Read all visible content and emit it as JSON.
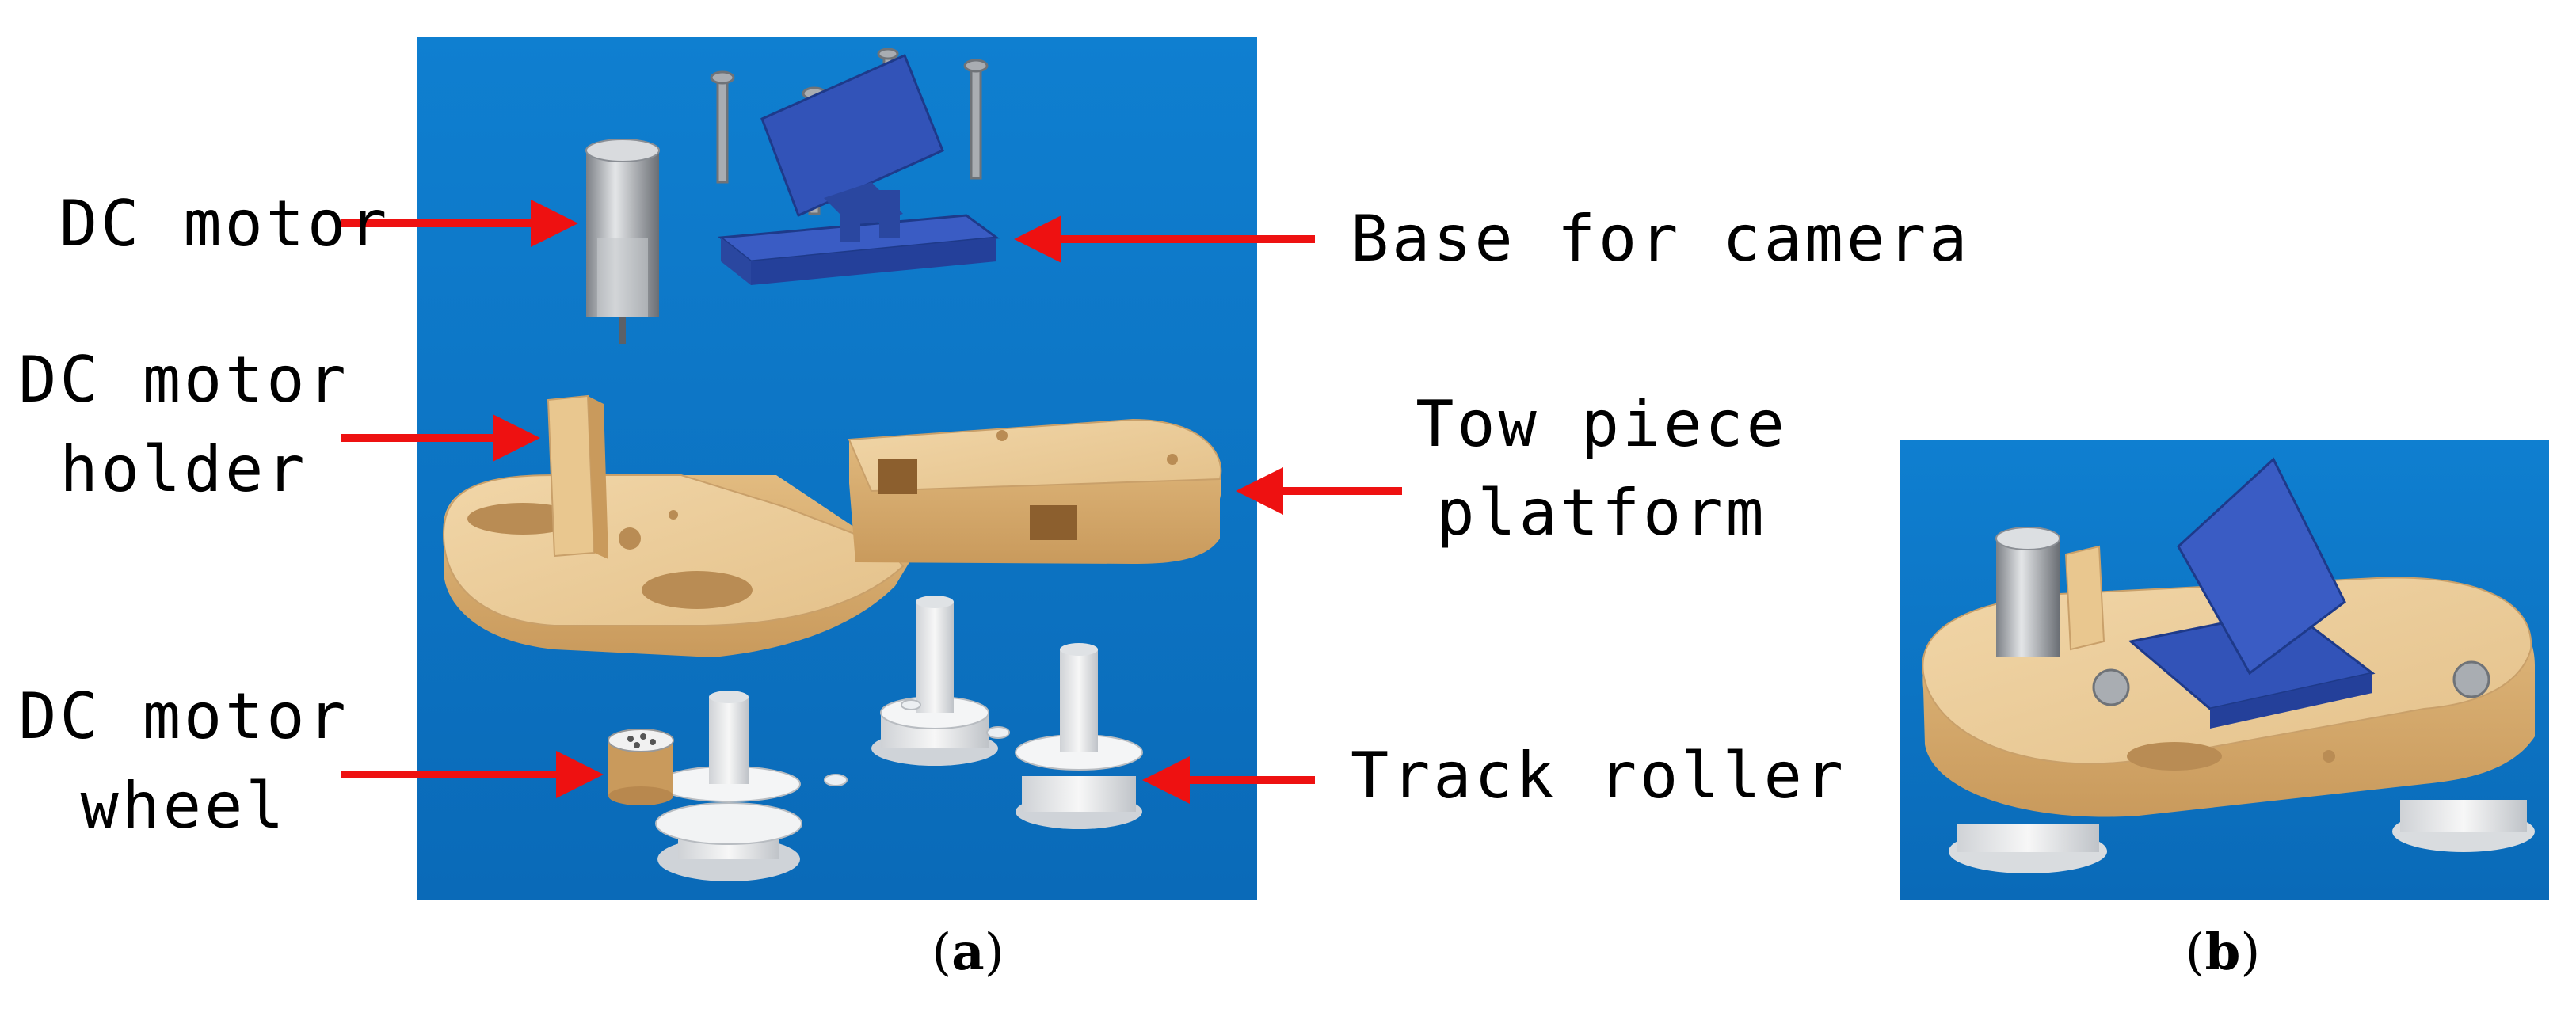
{
  "labels": {
    "dc_motor": "DC motor",
    "dc_motor_holder_line1": "DC motor",
    "dc_motor_holder_line2": "holder",
    "dc_motor_wheel_line1": "DC motor",
    "dc_motor_wheel_line2": "wheel",
    "base_for_camera": "Base for camera",
    "tow_piece_platform_line1": "Tow piece",
    "tow_piece_platform_line2": "platform",
    "track_roller": "Track roller"
  },
  "captions": {
    "a": "a",
    "b": "b"
  },
  "colors": {
    "background_blue": "#1a86d0",
    "arrow_red": "#ee1111",
    "wood": "#e8c690",
    "camera_base_blue": "#2b4fb0",
    "roller_white": "#ececec",
    "motor_metal": "#b8bcc0"
  }
}
